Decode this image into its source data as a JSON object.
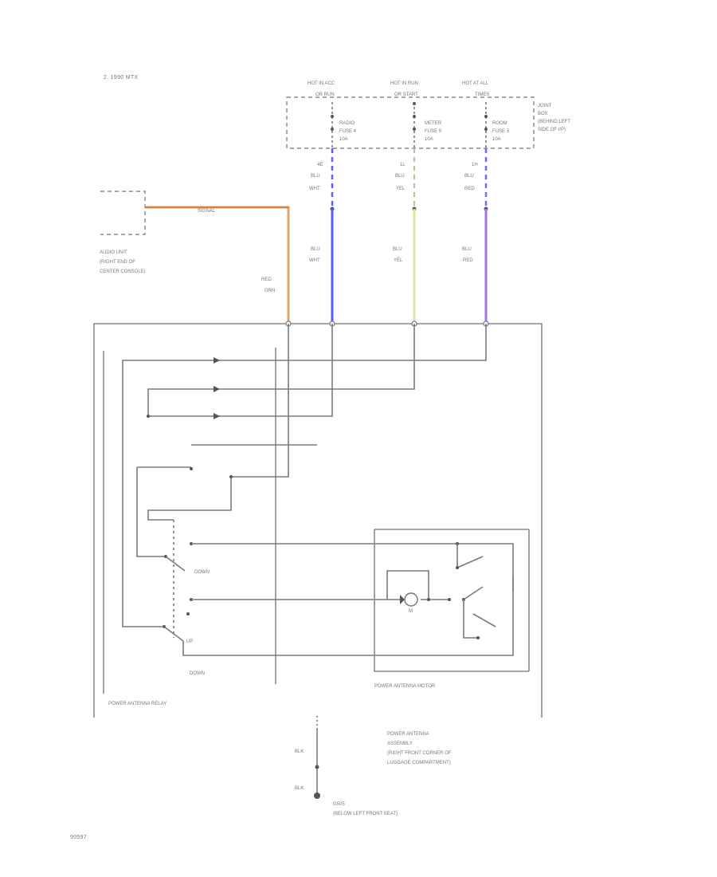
{
  "diagram": {
    "model": "2.  1990 MTX",
    "code": "90597",
    "fuse_headers": [
      {
        "line1": "HOT IN ACC",
        "line2": "OR RUN"
      },
      {
        "line1": "HOT IN RUN",
        "line2": "OR START"
      },
      {
        "line1": "HOT AT  ALL",
        "line2": "TIMES"
      }
    ],
    "fuses": [
      {
        "line1": "RADIO",
        "line2": "FUSE 4",
        "line3": "10A"
      },
      {
        "line1": "METER",
        "line2": "FUSE 9",
        "line3": "10A"
      },
      {
        "line1": "ROOM",
        "line2": "FUSE 3",
        "line3": "10A"
      }
    ],
    "fuse_block_label": [
      "JOINT",
      "BOX",
      "(BEHIND LEFT",
      "SIDE OF I/P)"
    ],
    "terminals": [
      "4E",
      "1L",
      "1H"
    ],
    "wire_colors_top": [
      {
        "line1": "BLU",
        "line2": "WHT"
      },
      {
        "line1": "BLU",
        "line2": "YEL"
      },
      {
        "line1": "BLU",
        "line2": "RED"
      }
    ],
    "wire_colors_bottom": [
      {
        "line1": "BLU",
        "line2": "WHT"
      },
      {
        "line1": "BLU",
        "line2": "YEL"
      },
      {
        "line1": "BLU",
        "line2": "RED"
      }
    ],
    "audio_signal_label": "SIGNAL",
    "audio_unit_label": [
      "AUDIO UNIT",
      "(RIGHT END OF",
      "CENTER CONSOLE)"
    ],
    "red_grn_label": {
      "line1": "RED",
      "line2": "GRN"
    },
    "relay_label": "POWER ANTENNA RELAY",
    "motor_label": "POWER ANTENNA MOTOR",
    "switch_labels": {
      "down": "DOWN",
      "up": "UP",
      "down_bottom": "DOWN"
    },
    "motor_symbol": "M",
    "assembly_label": [
      "POWER ANTENNA",
      "ASSEMBLY",
      "(RIGHT FRONT CORNER OF",
      "LUGGAGE COMPARTMENT)"
    ],
    "ground_wire_labels": [
      "BLK",
      "BLK"
    ],
    "ground_label": [
      "G505",
      "(BELOW LEFT FRONT SEAT)"
    ],
    "wire_colors_hex": {
      "blu_wht": "#5a5aff",
      "blu_yel": "#e3e3a0",
      "blu_red": "#a07ae0",
      "red_grn": "#e0b47a",
      "signal": "#e07a4a"
    }
  }
}
